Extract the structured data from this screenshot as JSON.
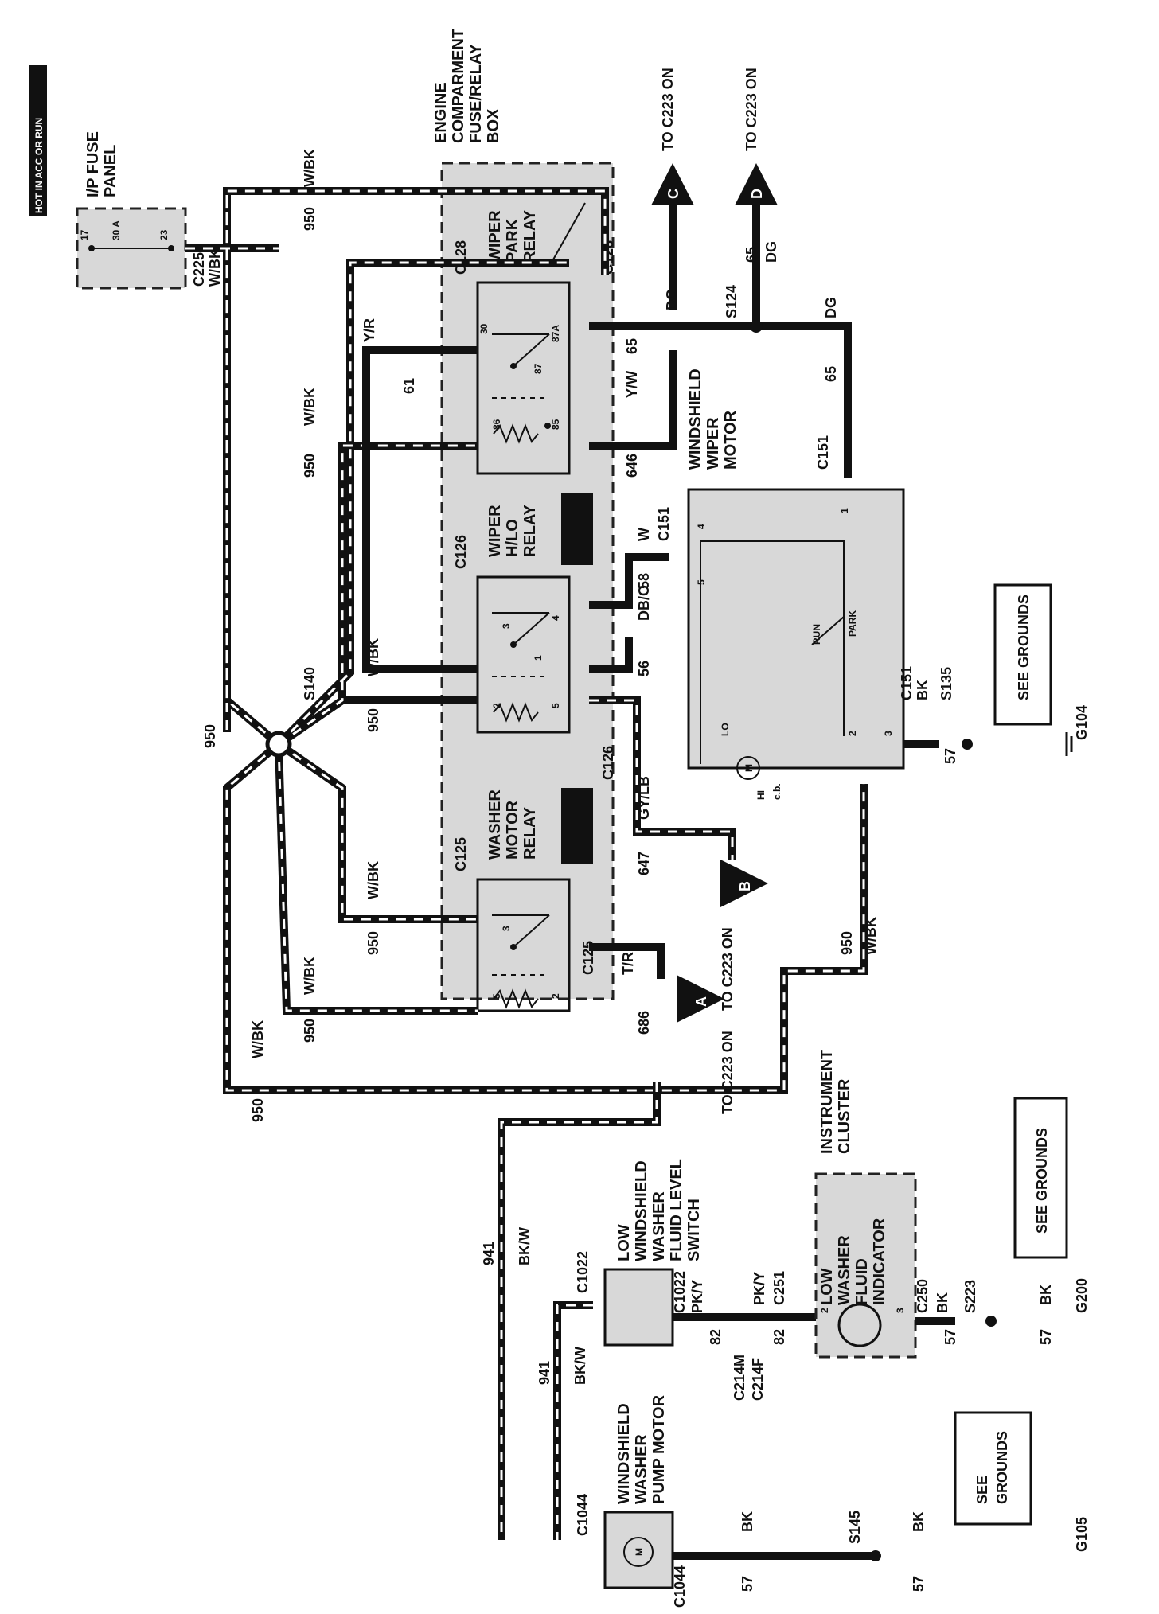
{
  "header_tag": "HOT IN ACC OR RUN",
  "components": {
    "ip_fuse_panel": [
      "I/P FUSE",
      "PANEL"
    ],
    "fuse_numbers": {
      "top": "17",
      "rating": "30 A",
      "bottom": "23"
    },
    "engine_box": [
      "ENGINE",
      "COMPARMENT",
      "FUSE/RELAY",
      "BOX"
    ],
    "wiper_park_relay": [
      "WIPER",
      "PARK",
      "RELAY"
    ],
    "wiper_hilo_relay": [
      "WIPER",
      "H/LO",
      "RELAY"
    ],
    "washer_motor_relay": [
      "WASHER",
      "MOTOR",
      "RELAY"
    ],
    "windshield_wiper_motor": [
      "WINDSHIELD",
      "WIPER",
      "MOTOR"
    ],
    "low_washer_switch": [
      "LOW",
      "WINDSHIELD",
      "WASHER",
      "FLUID LEVEL",
      "SWITCH"
    ],
    "washer_pump_motor": [
      "WINDSHIELD",
      "WASHER",
      "PUMP MOTOR"
    ],
    "instrument_cluster": [
      "INSTRUMENT",
      "CLUSTER"
    ],
    "low_washer_indicator": [
      "LOW",
      "WASHER",
      "FLUID",
      "INDICATOR"
    ]
  },
  "connectors": {
    "c225": "C225",
    "c128": "C128",
    "c126": "C126",
    "c125": "C125",
    "c151": "C151",
    "c1022": "C1022",
    "c1044": "C1044",
    "c214m": "C214M",
    "c214f": "C214F",
    "c251": "C251",
    "c250": "C250"
  },
  "splices": {
    "s140": "S140",
    "s124": "S124",
    "s135": "S135",
    "s223": "S223",
    "s145": "S145"
  },
  "grounds": {
    "g104": "G104",
    "g200": "G200",
    "g105": "G105"
  },
  "see_grounds": "SEE GROUNDS",
  "see_grounds_split": [
    "SEE",
    "GROUNDS"
  ],
  "to_c223": "TO C223 ON",
  "offpage": {
    "a": "A",
    "b": "B",
    "c": "C",
    "d": "D"
  },
  "wires": {
    "c950": "950",
    "wbk": "W/BK",
    "c61": "61",
    "yr": "Y/R",
    "c646": "646",
    "yw": "Y/W",
    "c65": "65",
    "dg": "DG",
    "c58": "58",
    "w": "W",
    "c56": "56",
    "dbo": "DB/O",
    "c647": "647",
    "gylb": "GY/LB",
    "c686": "686",
    "tr": "T/R",
    "c941": "941",
    "bkw": "BK/W",
    "c82": "82",
    "pky": "PK/Y",
    "c57": "57",
    "bk": "BK"
  },
  "pins": {
    "p30": "30",
    "p87a": "87A",
    "p87": "87",
    "p86": "86",
    "p85": "85",
    "p3": "3",
    "p4": "4",
    "p1": "1",
    "p2": "2",
    "p5": "5",
    "motor_pin5": "5",
    "motor_pin4": "4",
    "motor_pin1": "1",
    "motor_pin2": "2",
    "motor_pin3": "3",
    "run": "RUN",
    "park": "PARK",
    "lo": "LO",
    "hi": "HI",
    "cb": "c.b.",
    "m": "M",
    "ind_2": "2",
    "ind_3": "3"
  }
}
